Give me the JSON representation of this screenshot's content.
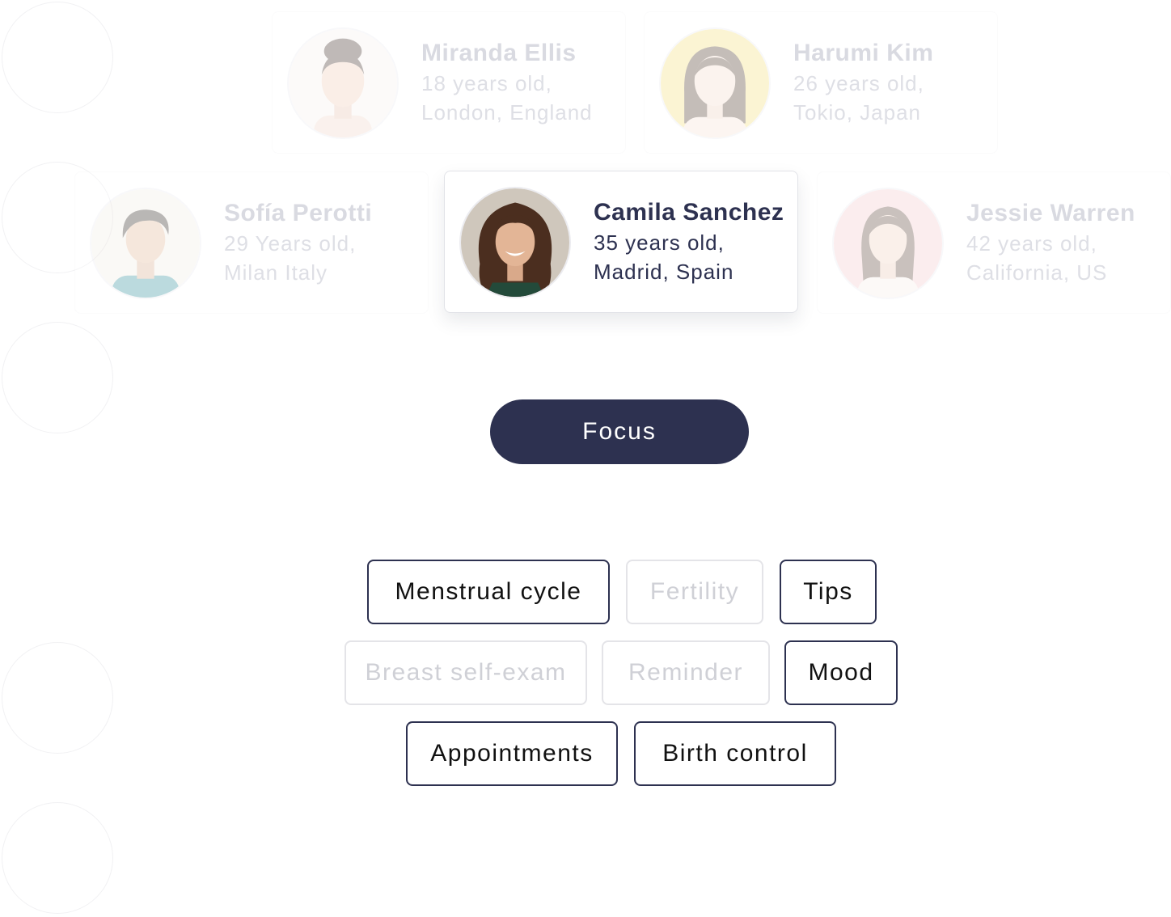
{
  "profiles": [
    {
      "name": "Miranda Ellis",
      "age": "18 years old,",
      "location": "London, England",
      "state": "inactive",
      "avatar_bg": "#f6f1ee"
    },
    {
      "name": "Harumi Kim",
      "age": "26 years old,",
      "location": "Tokio, Japan",
      "state": "inactive",
      "avatar_bg": "#f3e07a"
    },
    {
      "name": "Sofía Perotti",
      "age": "29 Years old,",
      "location": "Milan Italy",
      "state": "inactive",
      "avatar_bg": "#f2ede4"
    },
    {
      "name": "Camila Sanchez",
      "age": "35 years old,",
      "location": "Madrid, Spain",
      "state": "active",
      "avatar_bg": "#cfc7bc"
    },
    {
      "name": "Jessie Warren",
      "age": "42 years old,",
      "location": "California, US",
      "state": "inactive",
      "avatar_bg": "#f5c9cc"
    }
  ],
  "focus_button": {
    "label": "Focus"
  },
  "topics": [
    {
      "label": "Menstrual cycle",
      "selected": true
    },
    {
      "label": "Fertility",
      "selected": false
    },
    {
      "label": "Tips",
      "selected": true
    },
    {
      "label": "Breast self-exam",
      "selected": false
    },
    {
      "label": "Reminder",
      "selected": false
    },
    {
      "label": "Mood",
      "selected": true
    },
    {
      "label": "Appointments",
      "selected": true
    },
    {
      "label": "Birth control",
      "selected": true
    }
  ],
  "colors": {
    "accent": "#2d3150",
    "chip_inactive_border": "#e4e4e8",
    "chip_inactive_text": "#cfd0d6"
  }
}
